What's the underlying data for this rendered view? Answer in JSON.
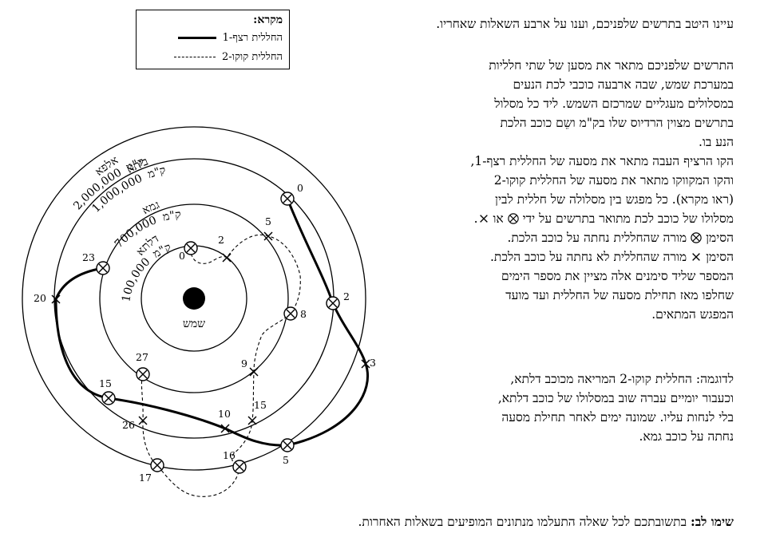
{
  "legend": {
    "title": "מקרא:",
    "solid_label": "החללית רצף-1",
    "dashed_label": "החללית קוקו-2"
  },
  "intro": "עיינו היטב בתרשים שלפניכם, וענו על ארבע השאלות שאחריו.",
  "description": {
    "line1": "התרשים שלפניכם מתאר את מסען של שתי חלליות",
    "line2": "במערכת שמש, שבה ארבעה כוכבי לכת הנעים",
    "line3": "במסלולים מעגליים שמרכזם השמש.  ליד כל מסלול",
    "line4": "בתרשים מצוין הרדיוס שלו בק\"מ ושֵם כוכב הלכת",
    "line5": "הנע בו.",
    "line6": "הקו הרציף העבה מתאר את מסעה של החללית רצף-1,",
    "line7": "והקו המקווקו מתאר את מסעה של החללית קוקו-2",
    "line8": "(ראו מקרא).  כל מפגש בין מסלולה של חללית לבין",
    "line9_a": "מסלולו של כוכב לכת מתואר בתרשים על ידי",
    "line9_b": "או",
    "line10_a": "הסימן",
    "line10_b": "מורה שהחללית נחתה על כוכב הלכת.",
    "line11_a": "הסימן",
    "line11_b": "מורה שהחללית לא נחתה על כוכב הלכת.",
    "line12": "המספר שליד סימנים אלה מציין את מספר הימים",
    "line13": "שחלפו מאז תחילת מסעה של החללית ועד מועד",
    "line14": "המפגש המתאים."
  },
  "example": {
    "line1": "לדוגמה: החללית קוקו-2 המריאה מכוכב דלתא,",
    "line2": "וכעבור יומיים עברה שוב במסלולו של כוכב דלתא,",
    "line3": "בלי לנחות עליו.  שמונה ימים לאחר תחילת מסעה",
    "line4": "נחתה על כוכב גמא."
  },
  "note": {
    "bold": "שימו לב:",
    "text": " בתשובתכם לכל שאלה התעלמו מנתונים המופיעים בשאלות האחרות."
  },
  "diagram": {
    "sun_label": "שמש",
    "orbits": [
      {
        "name": "אלפא",
        "radius": "2,000,000",
        "unit": "ק\"מ"
      },
      {
        "name": "ביתא",
        "radius": "1,000,000",
        "unit": "ק\"מ"
      },
      {
        "name": "גמא",
        "radius": "700,000",
        "unit": "ק\"מ"
      },
      {
        "name": "דלתא",
        "radius": "100,000",
        "unit": "ק\"מ"
      }
    ],
    "day_labels": {
      "s0": "0",
      "s2": "2",
      "s3": "3",
      "s5": "5",
      "s10": "10",
      "s15": "15",
      "s20": "20",
      "s23": "23",
      "d0": "0",
      "d2": "2",
      "d5": "5",
      "d8": "8",
      "d9": "9",
      "d15": "15",
      "d16": "16",
      "d17": "17",
      "d26": "26",
      "d27": "27"
    }
  }
}
